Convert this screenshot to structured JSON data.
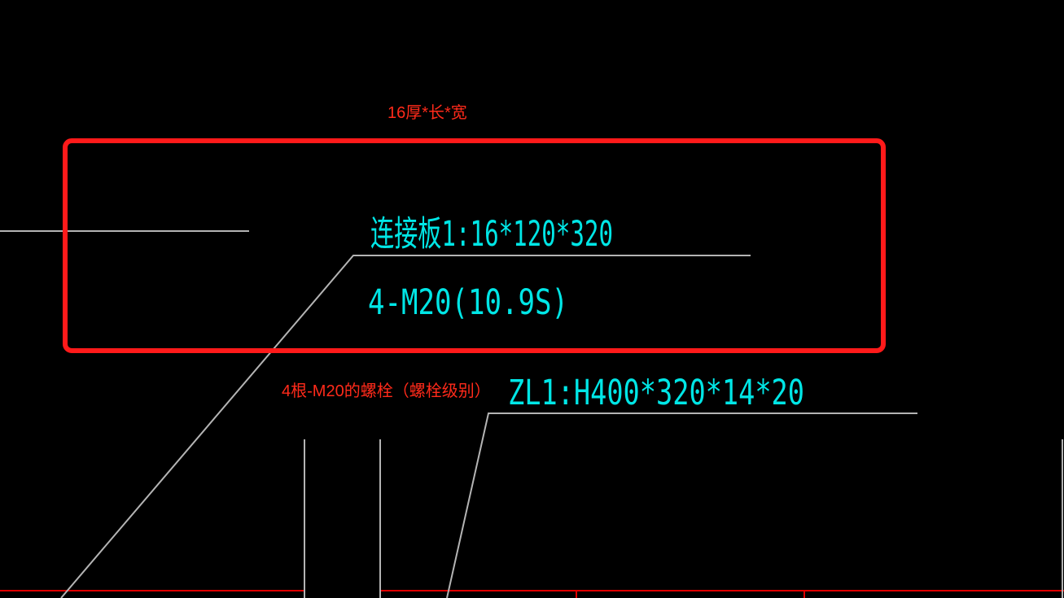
{
  "colors": {
    "background": "#000000",
    "leader_line": "#b4b4b4",
    "cad_text": "#00e6e6",
    "annotation": "#ff2a1a",
    "highlight_box": "#ff1a1a",
    "grid_line": "#e00000"
  },
  "annotations": {
    "plate_dims_note": "16厚*长*宽",
    "bolt_note": "4根-M20的螺栓（螺栓级别）"
  },
  "cad_labels": {
    "plate": "连接板1:16*120*320",
    "bolts": "4-M20(10.9S)",
    "beam": "ZL1:H400*320*14*20"
  }
}
